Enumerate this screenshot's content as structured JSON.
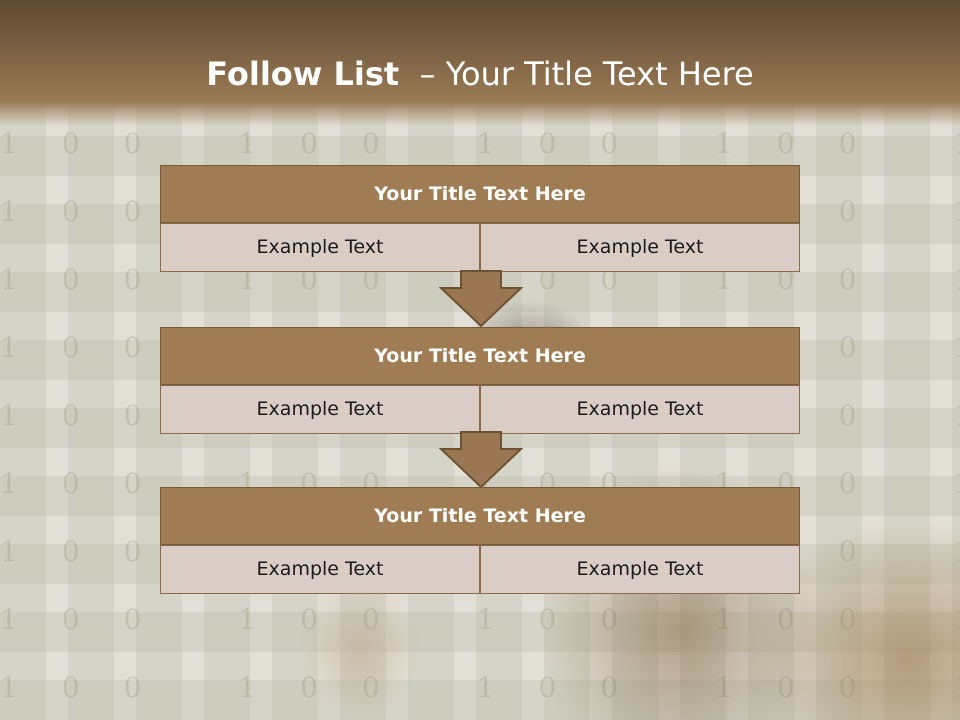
{
  "slide": {
    "title_bold": "Follow List",
    "title_rest": "  – Your Title Text Here"
  },
  "blocks": [
    {
      "title": "Your Title Text Here",
      "left_text": "Example Text",
      "right_text": "Example Text"
    },
    {
      "title": "Your Title Text Here",
      "left_text": "Example Text",
      "right_text": "Example Text"
    },
    {
      "title": "Your Title Text Here",
      "left_text": "Example Text",
      "right_text": "Example Text"
    }
  ],
  "colors": {
    "header_band": "#7b6143",
    "block_title_bg": "#a07c54",
    "block_cell_bg": "#d9cdc5",
    "border": "#7a5a38"
  },
  "icons": [
    "down-arrow-icon"
  ]
}
